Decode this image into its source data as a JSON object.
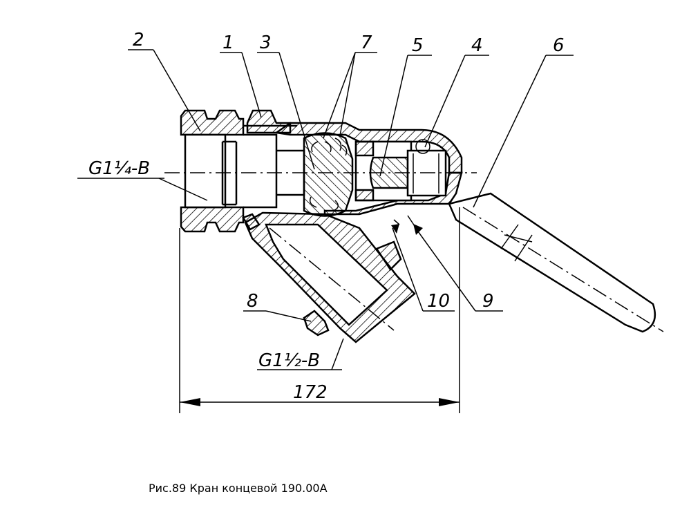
{
  "figure": {
    "caption": "Рис.89 Кран концевой 190.00А",
    "thread_upper": "G1¼-B",
    "thread_lower": "G1½-B",
    "dimension": "172",
    "callouts": [
      {
        "id": "1",
        "text": "1"
      },
      {
        "id": "2",
        "text": "2"
      },
      {
        "id": "3",
        "text": "3"
      },
      {
        "id": "4",
        "text": "4"
      },
      {
        "id": "5",
        "text": "5"
      },
      {
        "id": "6",
        "text": "6"
      },
      {
        "id": "7",
        "text": "7"
      },
      {
        "id": "8",
        "text": "8"
      },
      {
        "id": "9",
        "text": "9"
      },
      {
        "id": "10",
        "text": "10"
      }
    ]
  }
}
